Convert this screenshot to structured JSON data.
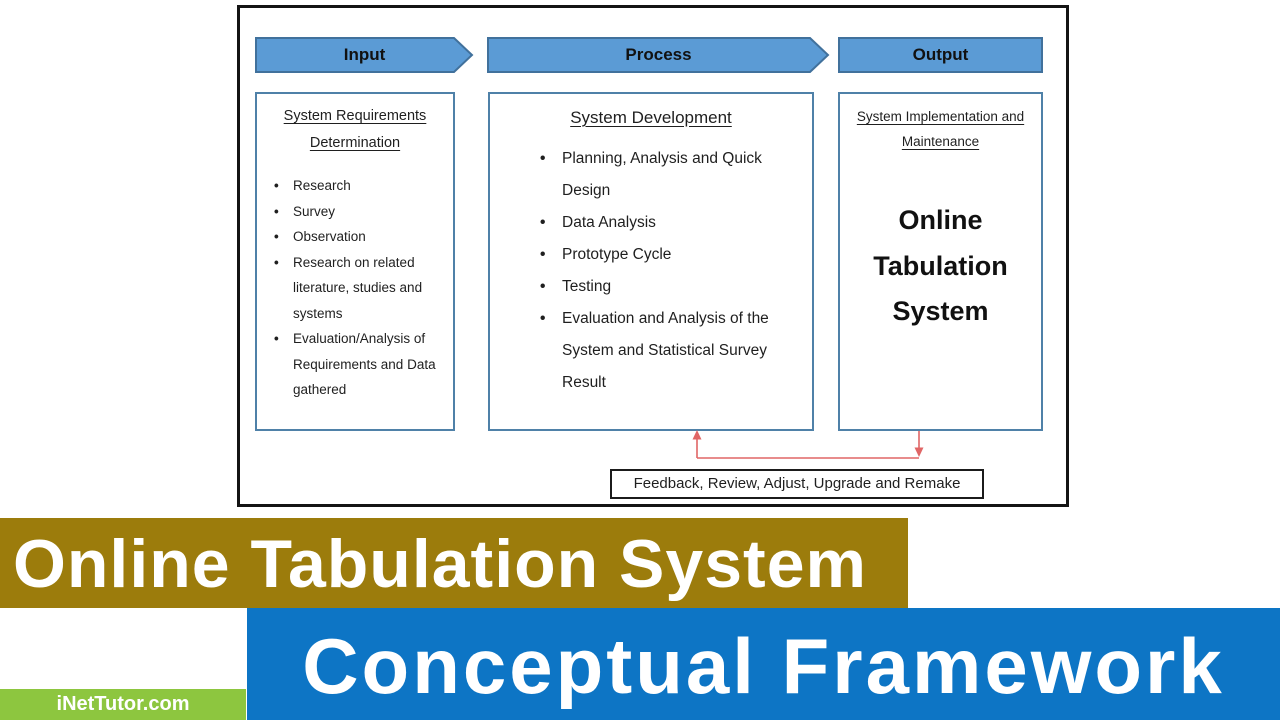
{
  "diagram": {
    "headers": [
      {
        "label": "Input"
      },
      {
        "label": "Process"
      },
      {
        "label": "Output"
      }
    ],
    "input_box": {
      "title": "System Requirements Determination",
      "items": [
        "Research",
        "Survey",
        "Observation",
        "Research on related literature, studies and systems",
        "Evaluation/Analysis of Requirements and Data gathered"
      ]
    },
    "process_box": {
      "title": "System Development",
      "items": [
        "Planning, Analysis and Quick Design",
        "Data Analysis",
        "Prototype Cycle",
        "Testing",
        "Evaluation and Analysis of the System and Statistical Survey Result"
      ]
    },
    "output_box": {
      "title": "System Implementation and Maintenance",
      "product": "Online Tabulation System"
    },
    "feedback_label": "Feedback, Review, Adjust, Upgrade and Remake"
  },
  "banners": {
    "title": "Online Tabulation System",
    "subtitle": "Conceptual Framework",
    "watermark": "iNetTutor.com"
  },
  "colors": {
    "arrow_fill": "#5b9bd5",
    "arrow_border": "#41719c",
    "box_border": "#4f81a8",
    "frame_border": "#141414",
    "red_arrow": "#e06666",
    "banner_gold": "#9c7c0c",
    "banner_blue": "#0d75c5",
    "banner_green": "#8dc63f",
    "text_white": "#ffffff"
  }
}
